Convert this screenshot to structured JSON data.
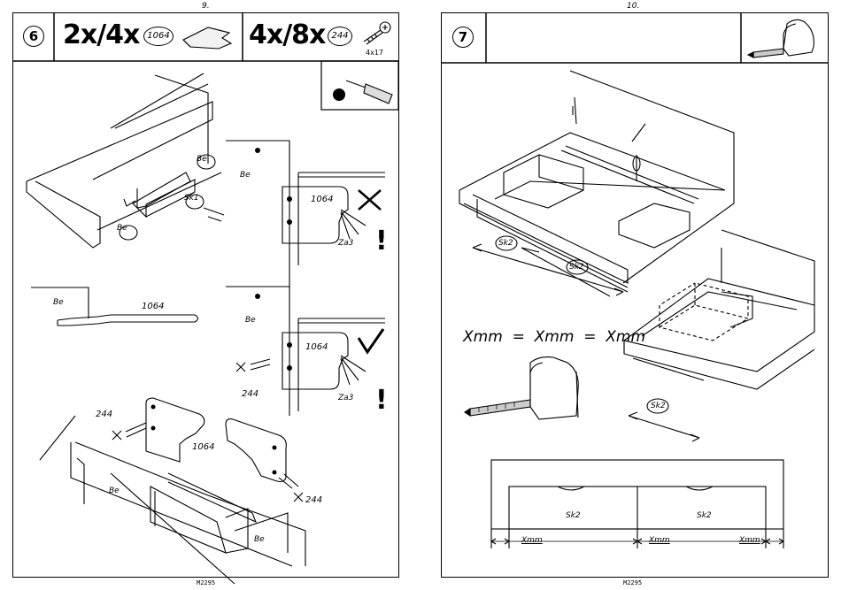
{
  "left_page": {
    "page_number": "9.",
    "footer_code": "M2295",
    "step_number": "6",
    "header": {
      "qty_a": "2x/4x",
      "part_a": "1064",
      "qty_b": "4x/8x",
      "part_b": "244",
      "screw_size": "4x17"
    },
    "labels": {
      "be": "Be",
      "sk1": "Sk1",
      "part_1064": "1064",
      "part_244": "244",
      "za3": "Za3",
      "warning": "!"
    }
  },
  "right_page": {
    "page_number": "10.",
    "footer_code": "M2295",
    "step_number": "7",
    "labels": {
      "sk2": "Sk2",
      "xmm": "Xmm",
      "equation": "Xmm  =  Xmm  =  Xmm"
    }
  }
}
